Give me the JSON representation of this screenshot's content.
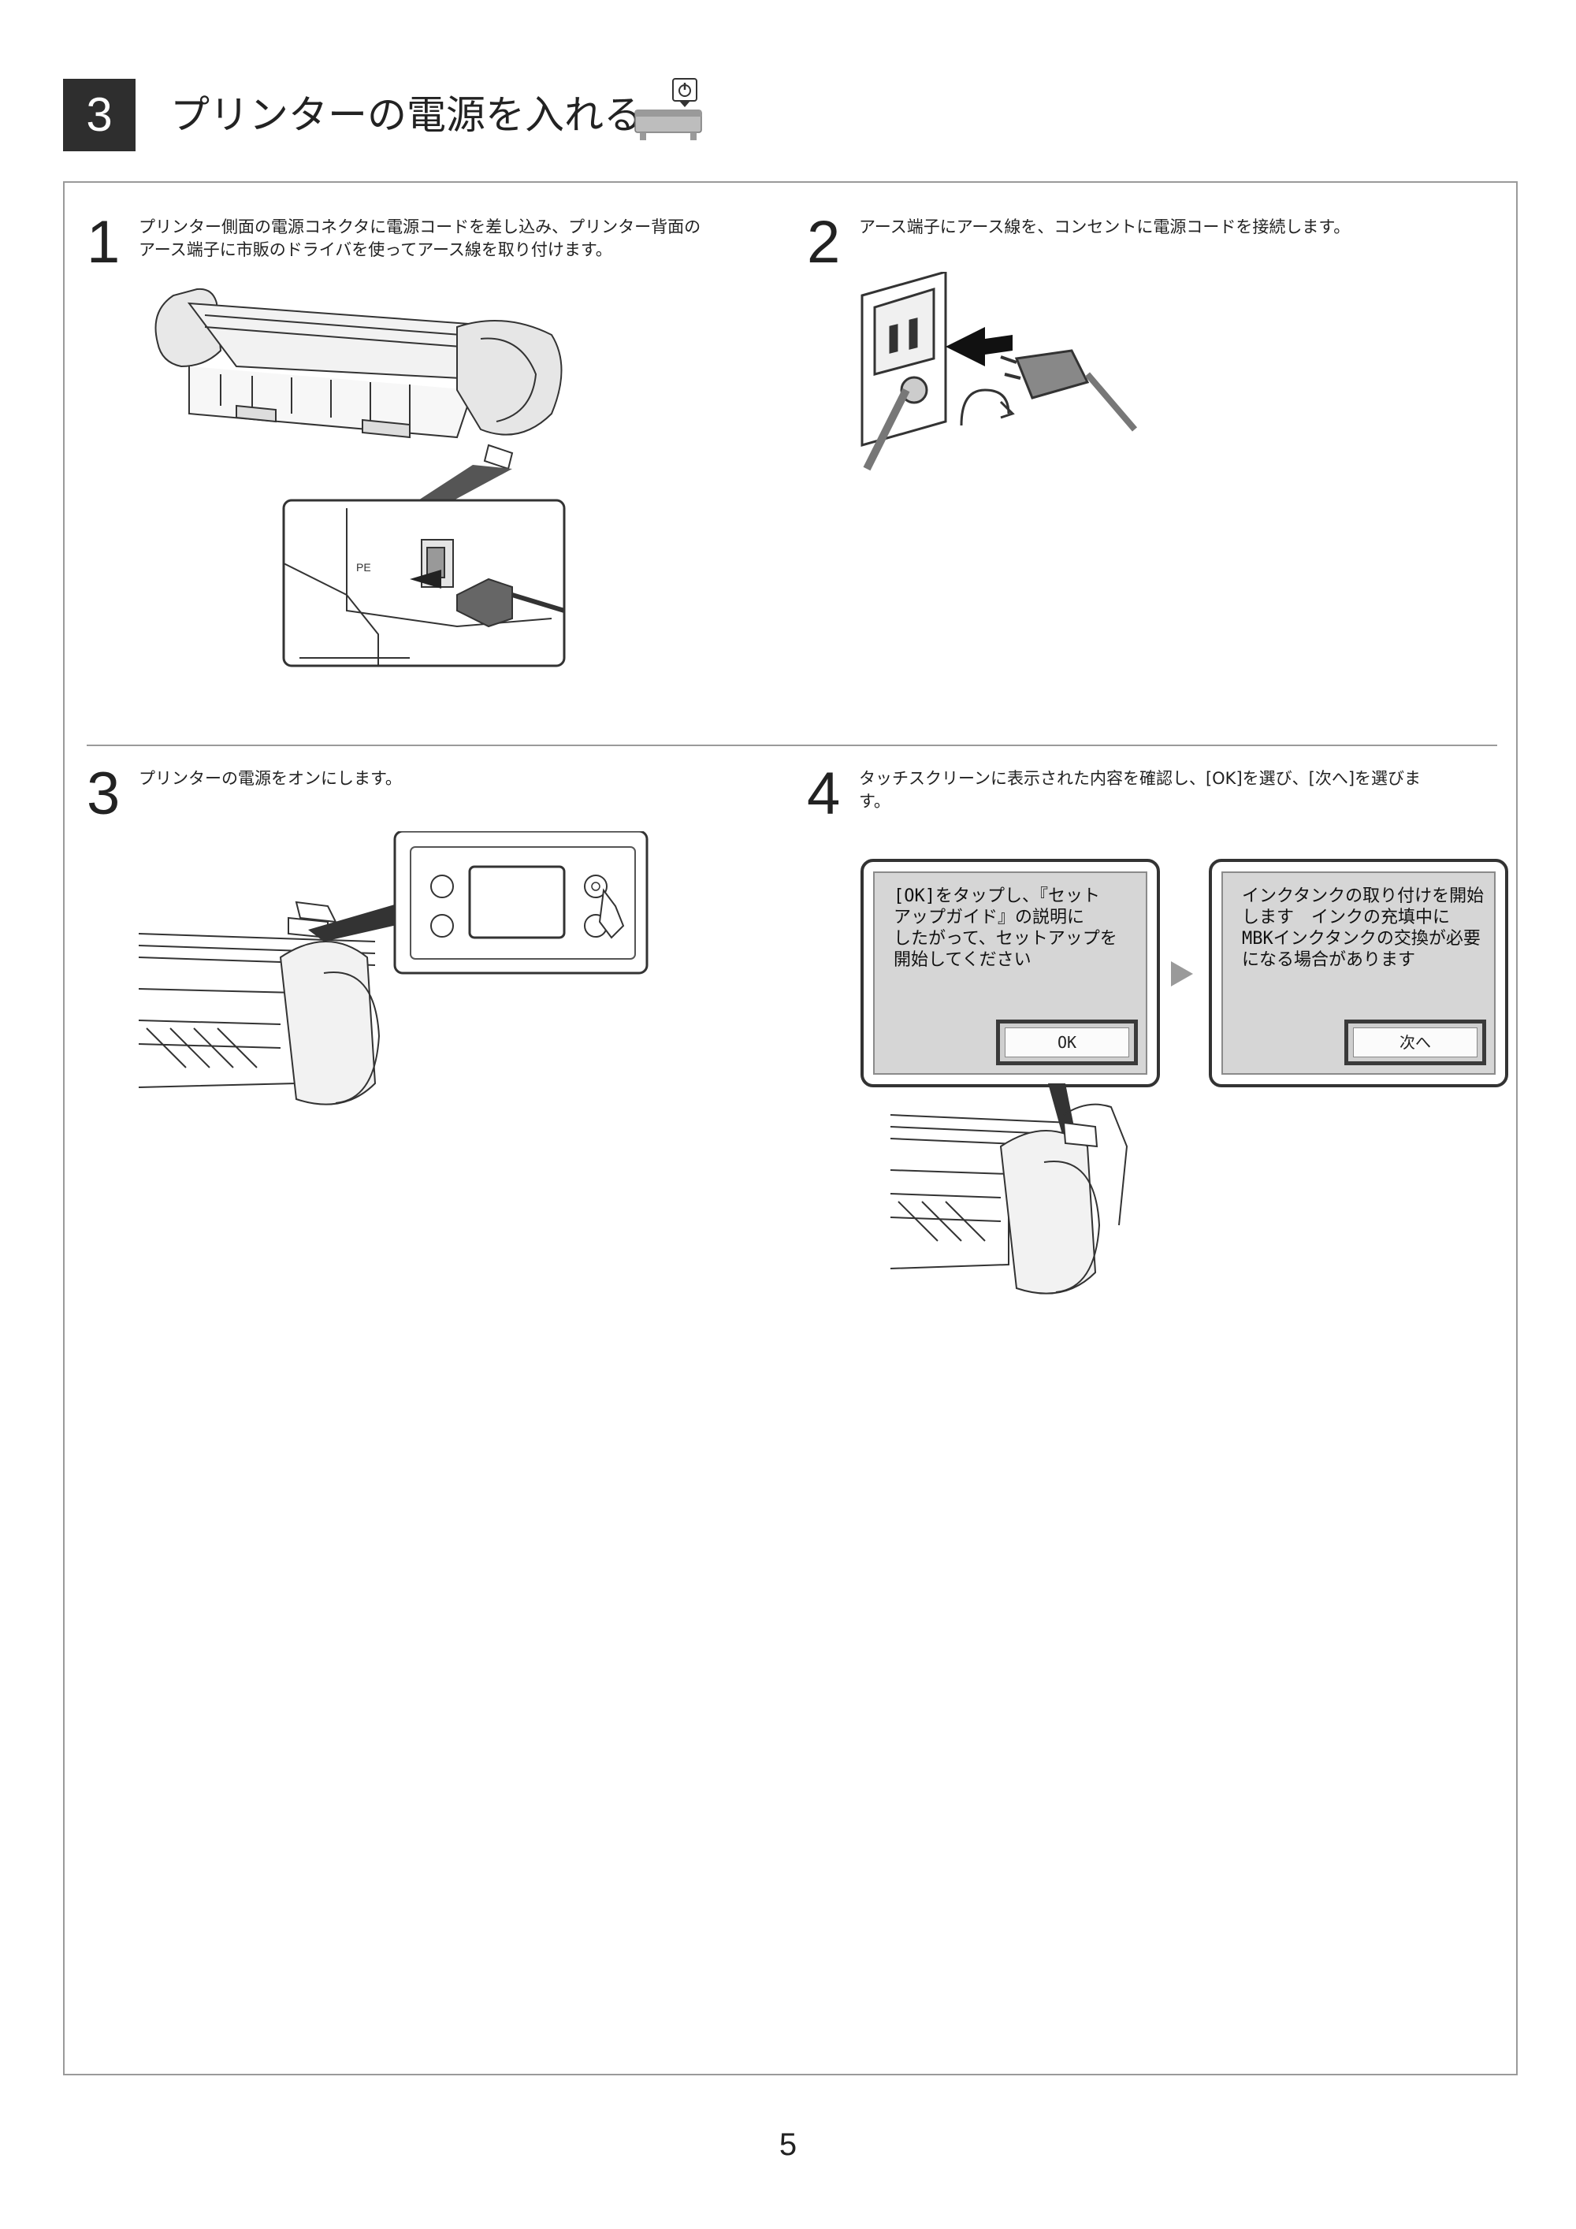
{
  "section": {
    "number": "3",
    "title": "プリンターの電源を入れる",
    "icon": "printer-power-icon"
  },
  "steps": [
    {
      "number": "1",
      "text_lines": [
        "プリンター側面の電源コネクタに電源コードを差し込み、プリンター背面の",
        "アース端子に市販のドライバを使ってアース線を取り付けます。"
      ],
      "callout_label": "PE"
    },
    {
      "number": "2",
      "text_lines": [
        "アース端子にアース線を、コンセントに電源コードを接続します。"
      ]
    },
    {
      "number": "3",
      "text_lines": [
        "プリンターの電源をオンにします。"
      ]
    },
    {
      "number": "4",
      "text_lines": [
        "タッチスクリーンに表示された内容を確認し、[OK]を選び、[次へ]を選びま",
        "す。"
      ]
    }
  ],
  "screens": [
    {
      "message": "[OK]をタップし、『セット\nアップガイド』の説明に\nしたがって、セットアップを\n開始してください",
      "button": "OK"
    },
    {
      "message": "インクタンクの取り付けを開始\nします　インクの充填中に\nMBKインクタンクの交換が必要\nになる場合があります",
      "button": "次へ"
    }
  ],
  "page_number": "5",
  "colors": {
    "section_badge": "#2e2e2e",
    "frame_border": "#9a9a9a",
    "screen_bg": "#d6d6d6"
  }
}
